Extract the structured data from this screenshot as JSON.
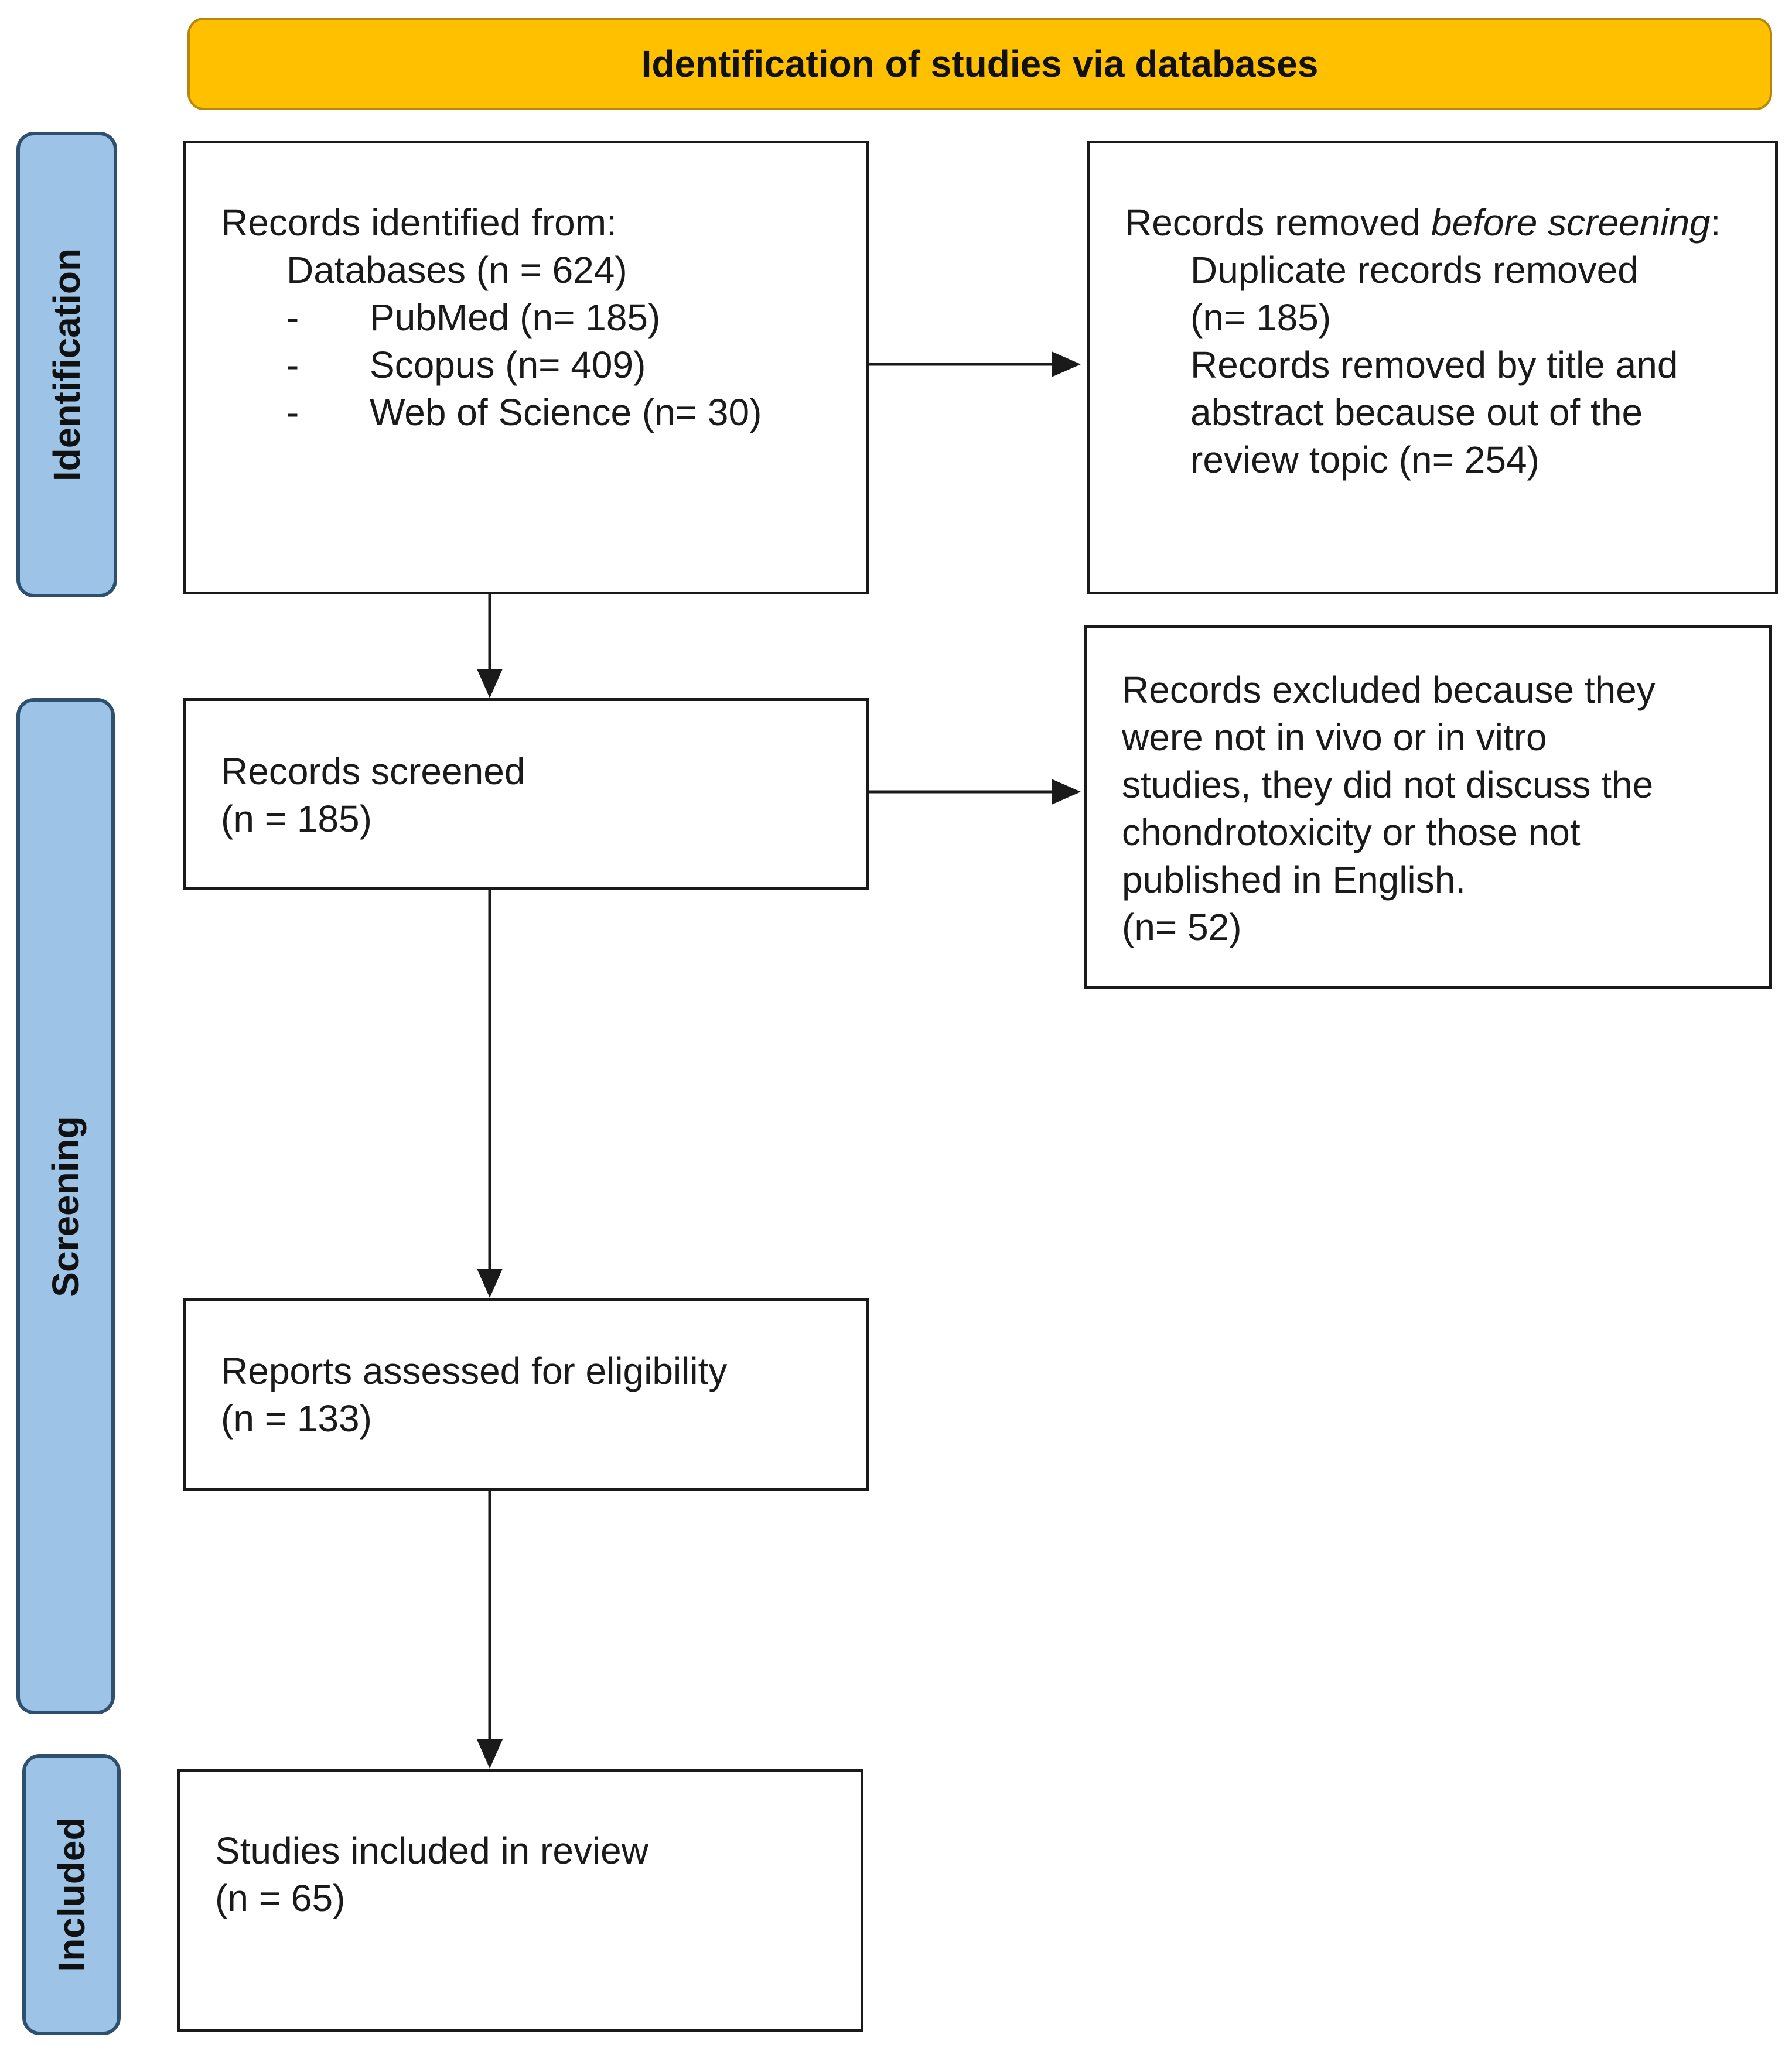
{
  "banner": {
    "title": "Identification of studies via databases"
  },
  "phases": {
    "identification": "Identification",
    "screening": "Screening",
    "included": "Included"
  },
  "records_identified": {
    "heading": "Records identified from:",
    "databases": "Databases (n = 624)",
    "sources": [
      {
        "bullet": "-",
        "label": "PubMed (n= 185)"
      },
      {
        "bullet": "-",
        "label": "Scopus (n= 409)"
      },
      {
        "bullet": "-",
        "label": "Web of Science (n= 30)"
      }
    ]
  },
  "records_removed": {
    "heading_plain": "Records removed ",
    "heading_italic": "before screening",
    "heading_end": ":",
    "lines": [
      "Duplicate records removed",
      "(n= 185)",
      "Records removed by title and",
      "abstract because out of the",
      "review topic (n= 254)"
    ]
  },
  "records_screened": {
    "label": "Records screened",
    "count": "(n = 185)"
  },
  "records_excluded": {
    "lines": [
      "Records excluded because they",
      "were not in vivo or in vitro",
      "studies, they did not discuss the",
      "chondrotoxicity or those not",
      "published in English.",
      "(n= 52)"
    ]
  },
  "reports_assessed": {
    "label": "Reports assessed for eligibility",
    "count": "(n = 133)"
  },
  "studies_included": {
    "label": "Studies included in review",
    "count": "(n = 65)"
  },
  "colors": {
    "banner": "#FFC000",
    "phase": "#9DC3E6",
    "phase_border": "#2E4F6E",
    "line": "#1a1a1a"
  }
}
